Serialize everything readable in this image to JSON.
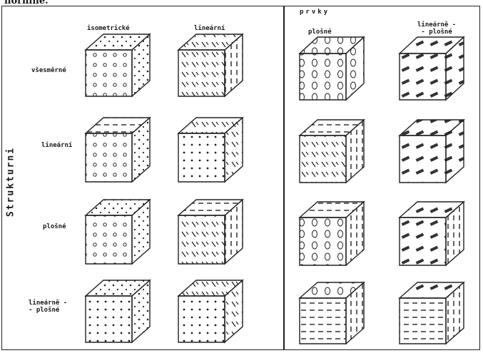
{
  "top_fragment": "hornine.",
  "side_label": "Strukturni",
  "left_panel": {
    "columns": [
      "isometrické",
      "lineární"
    ],
    "rows": [
      "všesměrné",
      "lineární",
      "plošné",
      "lineárně -\n- plošné"
    ]
  },
  "right_panel": {
    "heading": "prvky",
    "columns": [
      "plošné",
      "lineárně -\n- plošné"
    ]
  }
}
